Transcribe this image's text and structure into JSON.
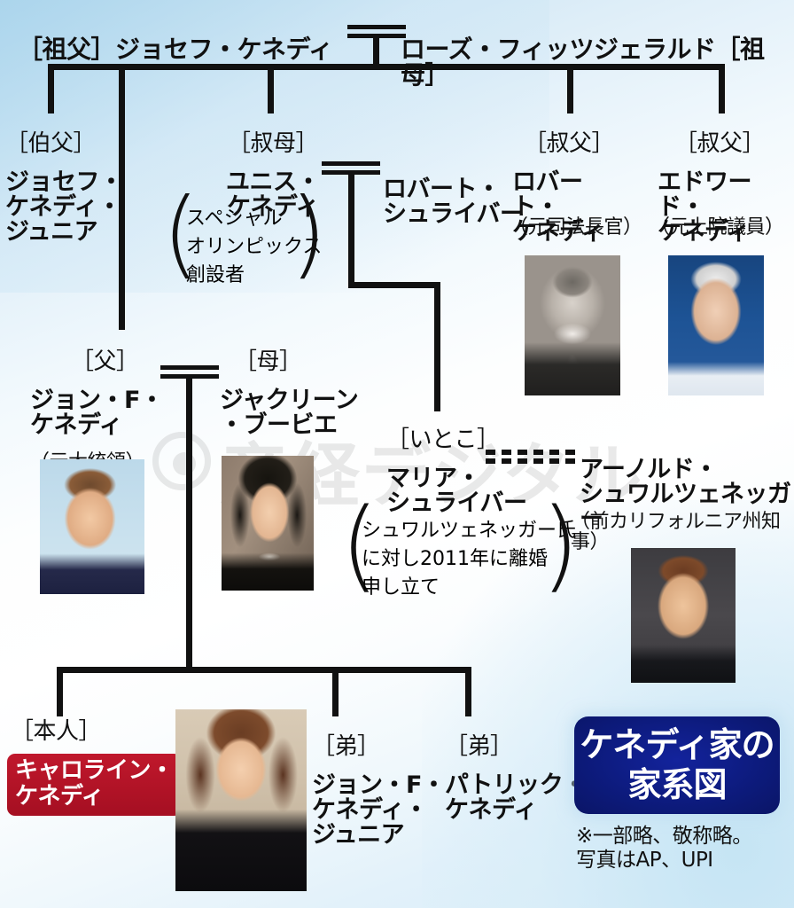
{
  "title_badge": {
    "label": "ケネディ家の\n家系図",
    "bg_color": "#0d1b7e"
  },
  "credit_note": "※一部略、敬称略。\n写真はAP、UPI",
  "watermark": "産経デジタル",
  "highlight_color": "#b81527",
  "people": {
    "grandfather": {
      "tag": "［祖父］",
      "name": "ジョセフ・ケネディ"
    },
    "grandmother": {
      "name": "ローズ・フィッツジェラルド",
      "tag": "［祖母］"
    },
    "uncle_joseph_jr": {
      "tag": "［伯父］",
      "name": "ジョセフ・\nケネディ・\nジュニア"
    },
    "aunt_eunice": {
      "tag": "［叔母］",
      "name": "ユニス・\nケネディ",
      "note": "スペシャル\nオリンピックス\n創設者"
    },
    "robert_shriver": {
      "name": "ロバート・\nシュライバー"
    },
    "uncle_robert_kennedy": {
      "tag": "［叔父］",
      "name": "ロバート・\nケネディ",
      "note": "（元司法長官）",
      "photo": "robert-kennedy-photo"
    },
    "uncle_edward_kennedy": {
      "tag": "［叔父］",
      "name": "エドワード・\nケネディ",
      "note": "（元上院議員）",
      "photo": "edward-kennedy-photo"
    },
    "father_jfk": {
      "tag": "［父］",
      "name": "ジョン・F・\nケネディ",
      "note": "（元大統領）",
      "photo": "john-f-kennedy-photo"
    },
    "mother_jackie": {
      "tag": "［母］",
      "name": "ジャクリーン\n・ブービエ",
      "photo": "jacqueline-bouvier-photo"
    },
    "cousin_maria": {
      "tag": "［いとこ］",
      "name": "マリア・\nシュライバー",
      "note": "シュワルツェネッガー氏\nに対し2011年に離婚\n申し立て"
    },
    "arnold": {
      "name": "アーノルド・\nシュワルツェネッガー",
      "note": "（前カリフォルニア州知事）",
      "photo": "arnold-schwarzenegger-photo"
    },
    "self_caroline": {
      "tag": "［本人］",
      "name": "キャロライン・\nケネディ",
      "photo": "caroline-kennedy-photo"
    },
    "brother_jfk_jr": {
      "tag": "［弟］",
      "name": "ジョン・F・\nケネディ・\nジュニア"
    },
    "brother_patrick": {
      "tag": "［弟］",
      "name": "パトリック・\nケネディ"
    }
  }
}
